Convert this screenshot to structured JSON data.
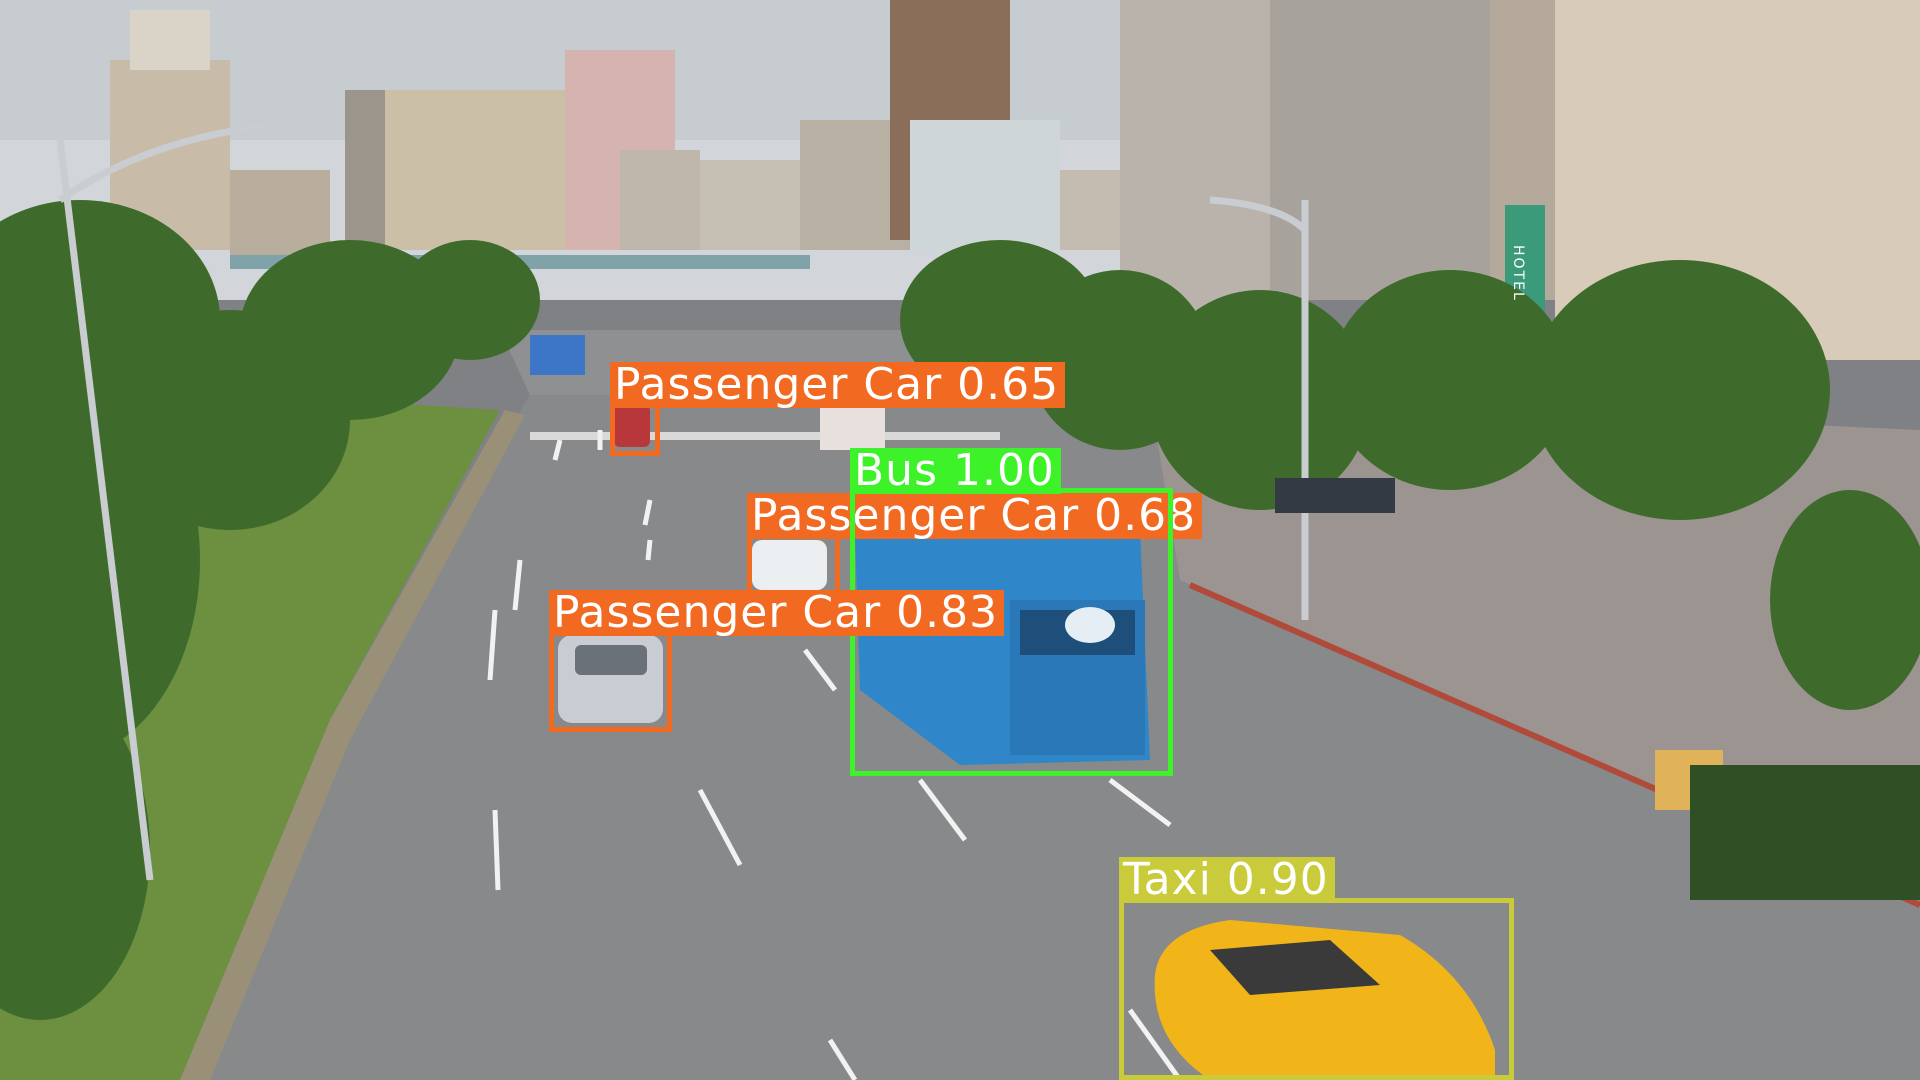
{
  "detections": {
    "car1": {
      "label": "Passenger Car 0.65",
      "color": "#f26a22"
    },
    "car2": {
      "label": "Passenger Car 0.68",
      "color": "#f26a22"
    },
    "car3": {
      "label": "Passenger Car 0.83",
      "color": "#f26a22"
    },
    "bus": {
      "label": "Bus 1.00",
      "color": "#3ef22a"
    },
    "taxi": {
      "label": "Taxi 0.90",
      "color": "#c9cb3a"
    }
  },
  "signs": {
    "hotel": "HOTEL"
  },
  "colors": {
    "sky": "#cfd3d7",
    "road": "#8a8b8d",
    "grass": "#5f8a3a",
    "trees": "#3f6f2e",
    "buildings": "#c9bba5",
    "bus_body": "#2f86c9",
    "taxi_body": "#f2b519"
  }
}
